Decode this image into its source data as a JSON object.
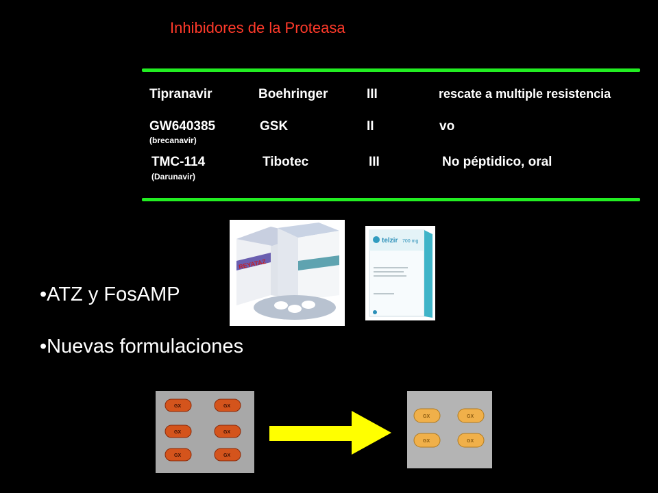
{
  "slide": {
    "title": "Inhibidores de la Proteasa",
    "rows": [
      {
        "drug": "Tipranavir",
        "company": "Boehringer",
        "phase": "III",
        "note": "rescate a multiple resistencia",
        "sub": ""
      },
      {
        "drug": "GW640385",
        "company": "GSK",
        "phase": "II",
        "note": "vo",
        "sub": "(brecanavir)"
      },
      {
        "drug": "TMC-114",
        "company": "Tibotec",
        "phase": "III",
        "note": "No péptidico, oral",
        "sub": "(Darunavir)"
      }
    ],
    "bullets": [
      "•ATZ y FosAMP",
      "•Nuevas formulaciones"
    ],
    "images": {
      "reyataz_box": "REYATAZ",
      "telzir_box": "telzir",
      "telzir_strength": "700 mg",
      "old_tablet_mark": "GX",
      "new_tablet_mark": "GX"
    },
    "colors": {
      "background": "#000000",
      "title": "#ff3a2a",
      "rule": "#22ee22",
      "text": "#ffffff",
      "arrow": "#ffff00"
    }
  }
}
